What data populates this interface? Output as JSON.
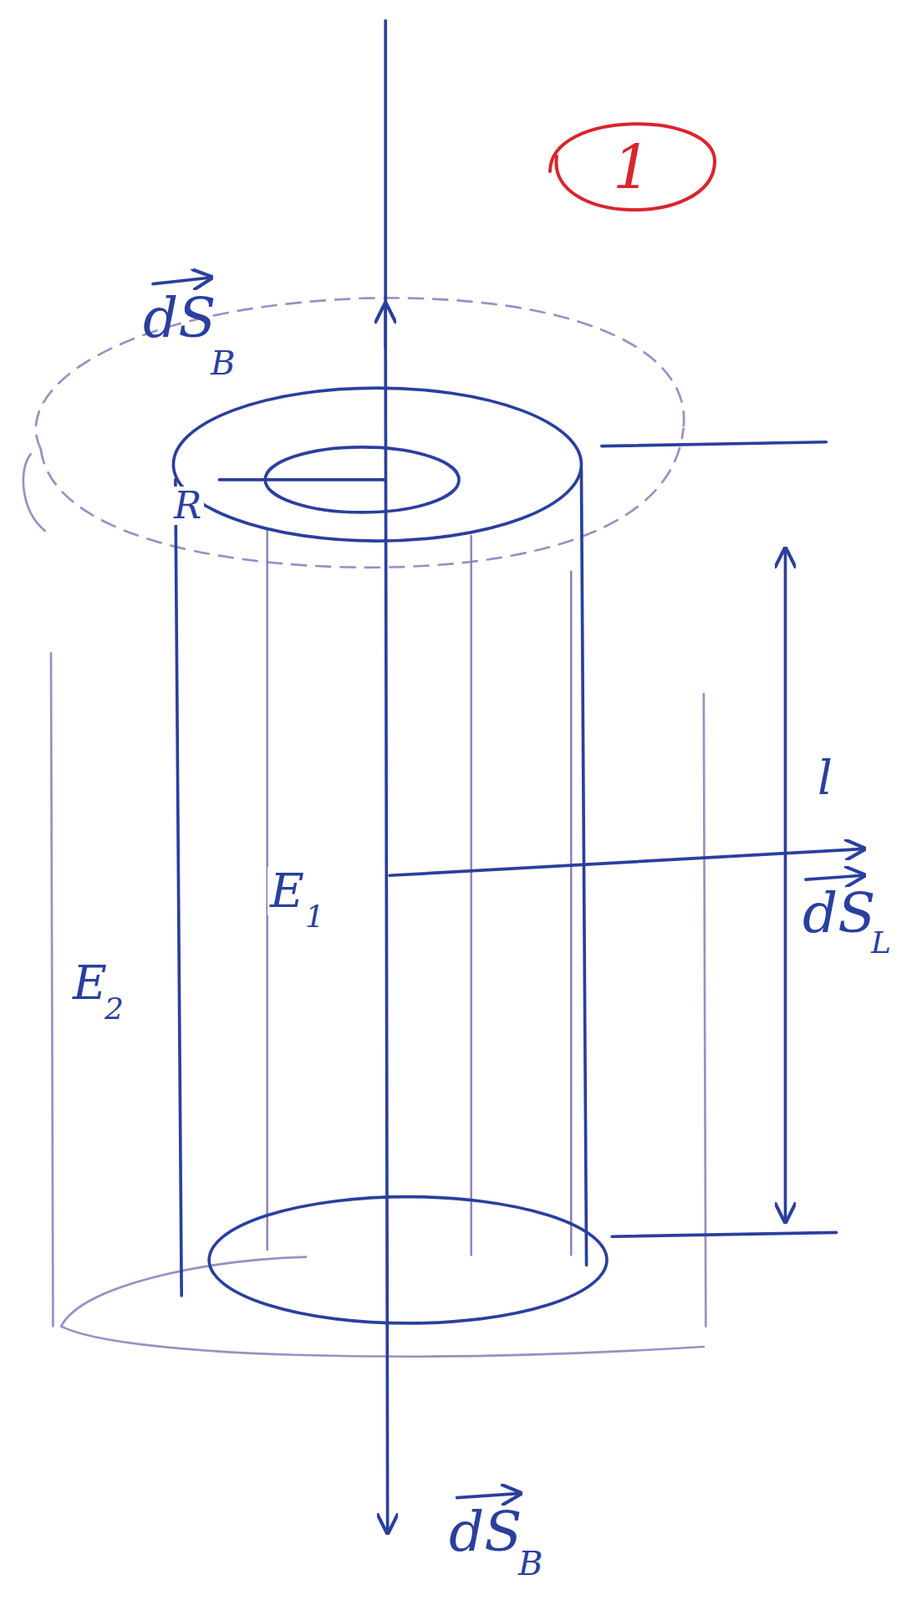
{
  "diagram": {
    "nodes": [
      {
        "text": [
          "1"
        ]
      }
    ],
    "labels": [
      "dS",
      "B",
      "R",
      "l",
      "dS",
      "L",
      "E",
      "1",
      "E",
      "2",
      "dS",
      "B"
    ]
  }
}
